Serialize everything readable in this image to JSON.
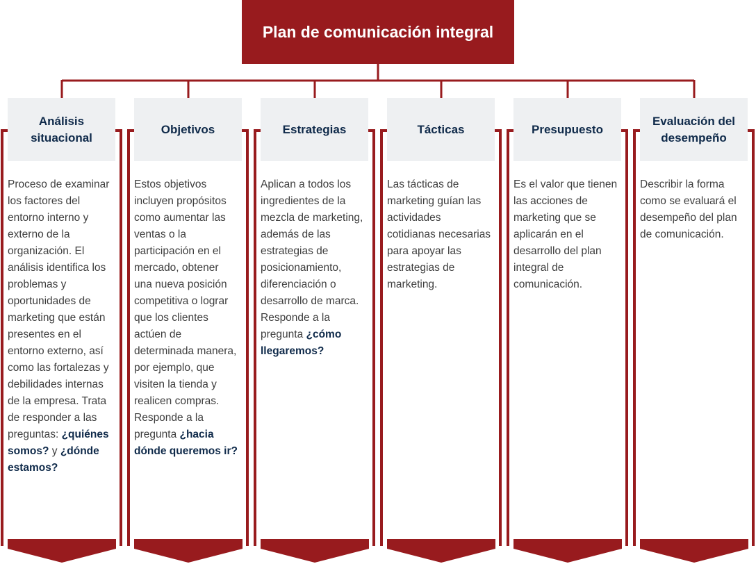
{
  "title": "Plan de comunicación integral",
  "colors": {
    "primary": "#981b1e",
    "header_bg": "#eef0f2",
    "header_text": "#0f2a4a",
    "body_text": "#3d3d3d"
  },
  "columns": [
    {
      "heading": "Análisis situacional",
      "text": "Proceso de examinar los factores del entorno interno y externo de la organización. El análisis identifica los problemas y oportunidades de marketing que están presentes en el entorno externo, así como las fortalezas y debilidades internas de la empresa. Trata de responder a las preguntas: ",
      "bold1": "¿quiénes somos?",
      "mid": " y ",
      "bold2": "¿dónde estamos?"
    },
    {
      "heading": "Objetivos",
      "text": "Estos objetivos incluyen propósitos como aumentar las ventas o la participación en el mercado, obtener una nueva posición competitiva o lograr que los clientes actúen de determinada manera, por ejemplo, que visiten la tienda y realicen compras. Responde a la pregunta ",
      "bold1": "¿hacia dónde queremos ir?"
    },
    {
      "heading": "Estrategias",
      "text": "Aplican a todos los ingredientes de la mezcla de marketing, además de las estrategias de posicionamiento, diferenciación o desarrollo de marca. Responde a la pregunta ",
      "bold1": "¿cómo llegaremos?"
    },
    {
      "heading": "Tácticas",
      "text": "Las tácticas de marketing guían las actividades cotidianas necesarias para apoyar las estrategias de marketing."
    },
    {
      "heading": "Presupuesto",
      "text": "Es el valor que tienen las acciones de marketing que se aplicarán en el desarrollo del plan integral de comunicación."
    },
    {
      "heading": "Evaluación del desempeño",
      "text": "Describir la forma como se evaluará el desempeño del plan de comunicación."
    }
  ]
}
